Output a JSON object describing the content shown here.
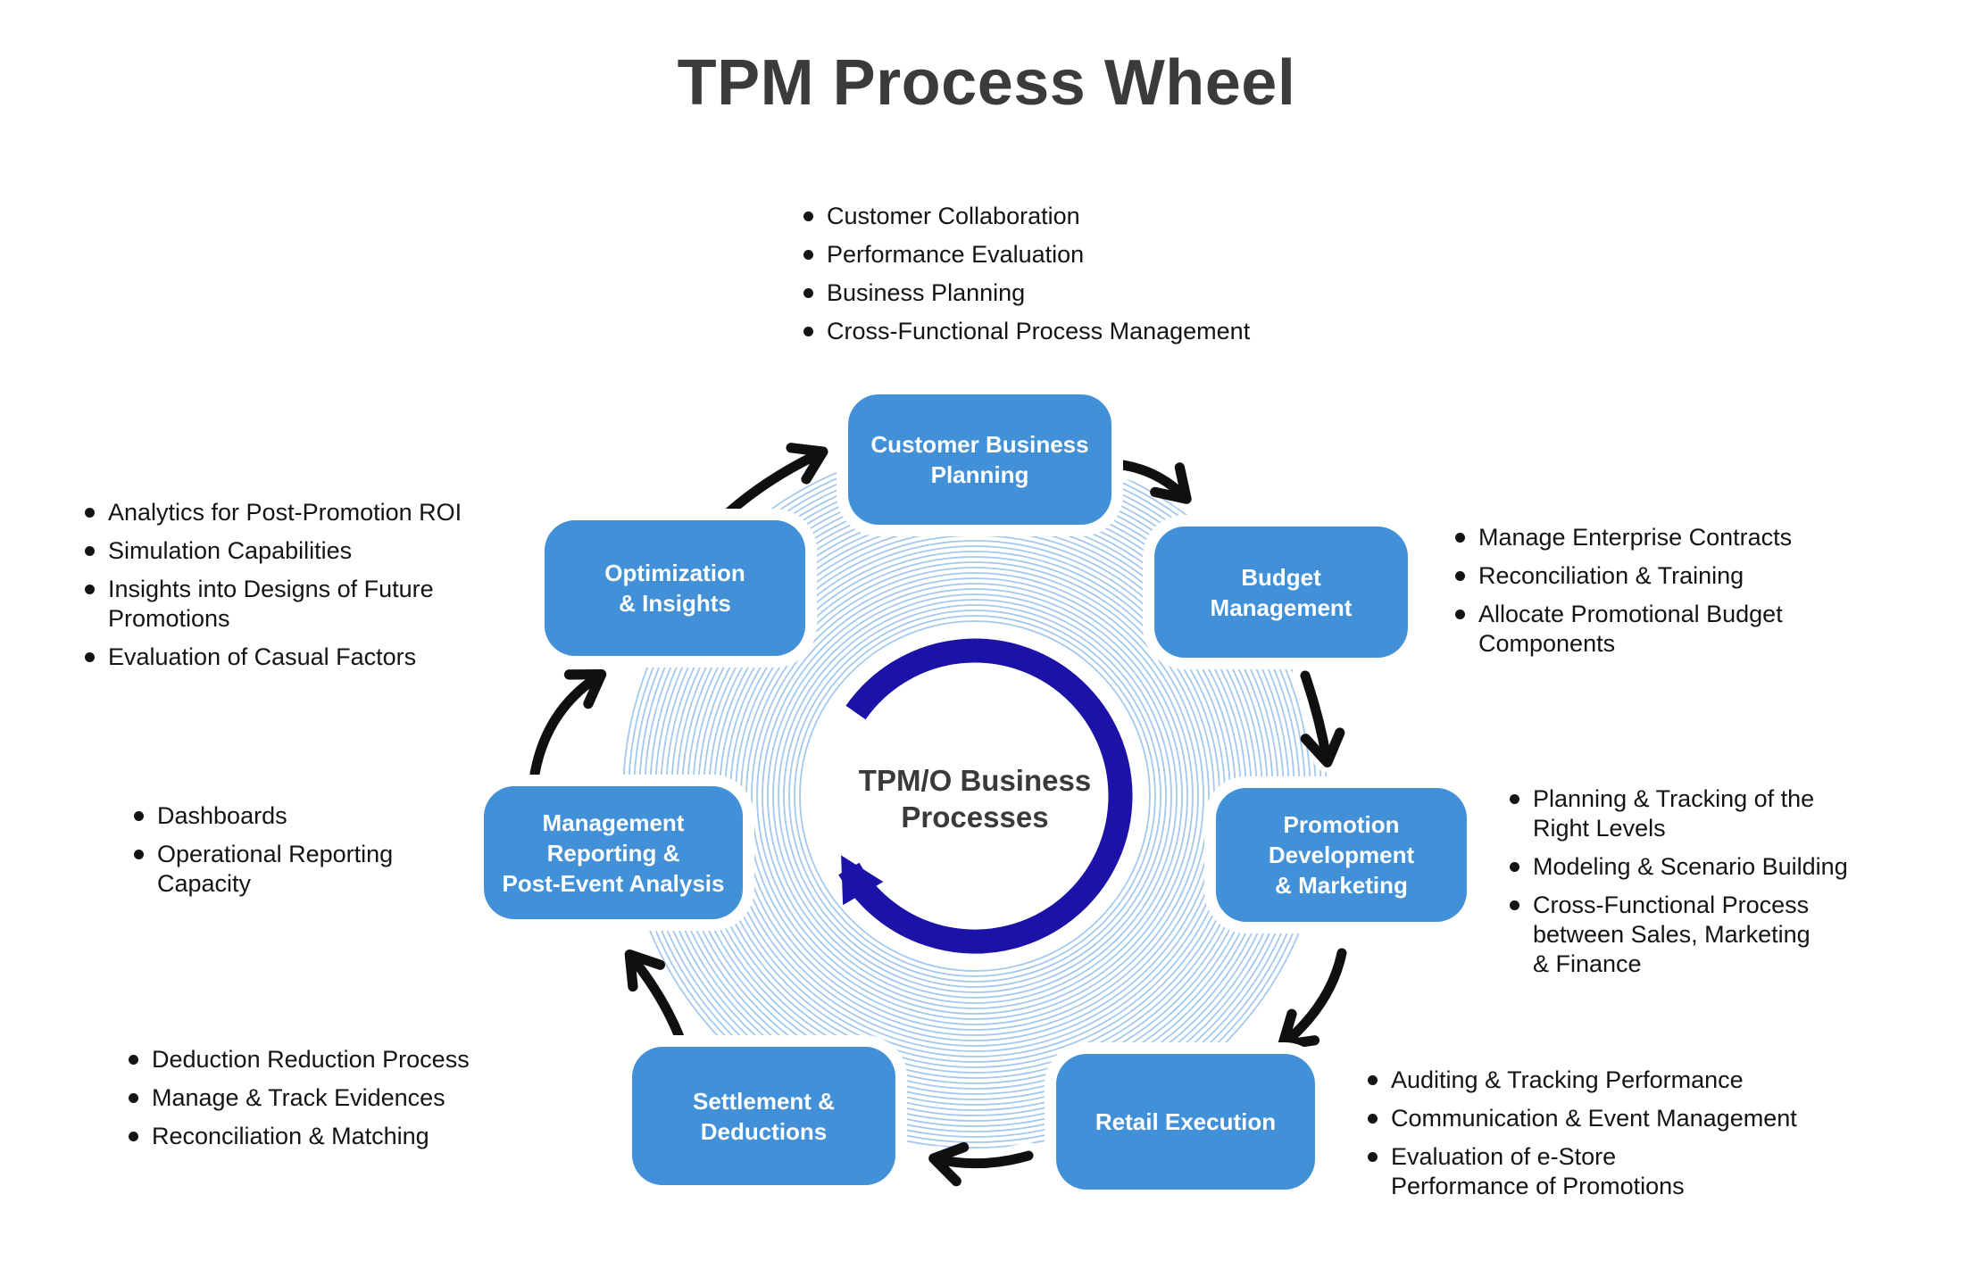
{
  "title": "TPM Process Wheel",
  "center": {
    "label": "TPM/O Business\nProcesses"
  },
  "colors": {
    "node_blue": "#4290D7",
    "ring_navy": "#1B12A8",
    "ripple_light_blue": "#A4C8EE",
    "arrow_black": "#101010",
    "heading_gray": "#3B3B3B",
    "bullet_text": "#141414"
  },
  "nodes": {
    "customer": {
      "label": "Customer Business\nPlanning",
      "bullets": [
        "Customer Collaboration",
        "Performance Evaluation",
        "Business Planning",
        "Cross-Functional Process Management"
      ]
    },
    "budget": {
      "label": "Budget\nManagement",
      "bullets": [
        "Manage Enterprise Contracts",
        "Reconciliation & Training",
        "Allocate Promotional Budget\nComponents"
      ]
    },
    "promotion": {
      "label": "Promotion\nDevelopment\n& Marketing",
      "bullets": [
        "Planning & Tracking of the\nRight Levels",
        "Modeling & Scenario Building",
        "Cross-Functional Process\nbetween Sales, Marketing\n& Finance"
      ]
    },
    "retail": {
      "label": "Retail Execution",
      "bullets": [
        "Auditing & Tracking Performance",
        "Communication & Event Management",
        "Evaluation of e-Store\nPerformance of Promotions"
      ]
    },
    "settlement": {
      "label": "Settlement &\nDeductions",
      "bullets": [
        "Deduction Reduction Process",
        "Manage & Track Evidences",
        "Reconciliation & Matching"
      ]
    },
    "management": {
      "label": "Management\nReporting &\nPost-Event Analysis",
      "bullets": [
        "Dashboards",
        "Operational Reporting\nCapacity"
      ]
    },
    "optimization": {
      "label": "Optimization\n& Insights",
      "bullets": [
        "Analytics for Post-Promotion ROI",
        "Simulation Capabilities",
        "Insights into Designs of Future\nPromotions",
        "Evaluation of Casual Factors"
      ]
    }
  }
}
